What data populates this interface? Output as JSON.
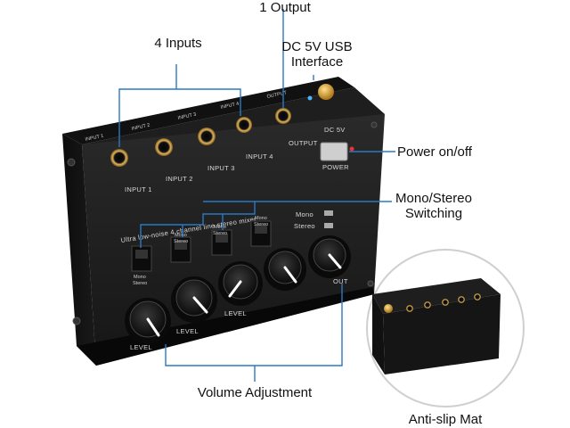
{
  "callouts": {
    "output": "1 Output",
    "inputs": "4 Inputs",
    "usb_line1": "DC 5V USB",
    "usb_line2": "Interface",
    "power": "Power on/off",
    "mono_line1": "Mono/Stereo",
    "mono_line2": "Switching",
    "volume": "Volume Adjustment",
    "antislip": "Anti-slip Mat"
  },
  "device": {
    "jacks": [
      "INPUT 1",
      "INPUT 2",
      "INPUT 3",
      "INPUT 4",
      "OUTPUT"
    ],
    "dc_label": "DC 5V",
    "power_label": "POWER",
    "panel_title": "Ultra low-noise 4 channel line stereo mixer",
    "switch_labels": [
      "Mono",
      "Stereo"
    ],
    "mode_mono": "Mono",
    "mode_stereo": "Stereo",
    "knob_label": "LEVEL",
    "out_label": "OUT",
    "back_labels": [
      "INPUT 1",
      "INPUT 2",
      "INPUT 3",
      "INPUT 4",
      "OUTPUT"
    ]
  },
  "colors": {
    "callout_line": "#2b78c2",
    "body_dark": "#1c1c1c",
    "knob_accent": "#ffffff",
    "gold": "#c9a04a"
  }
}
